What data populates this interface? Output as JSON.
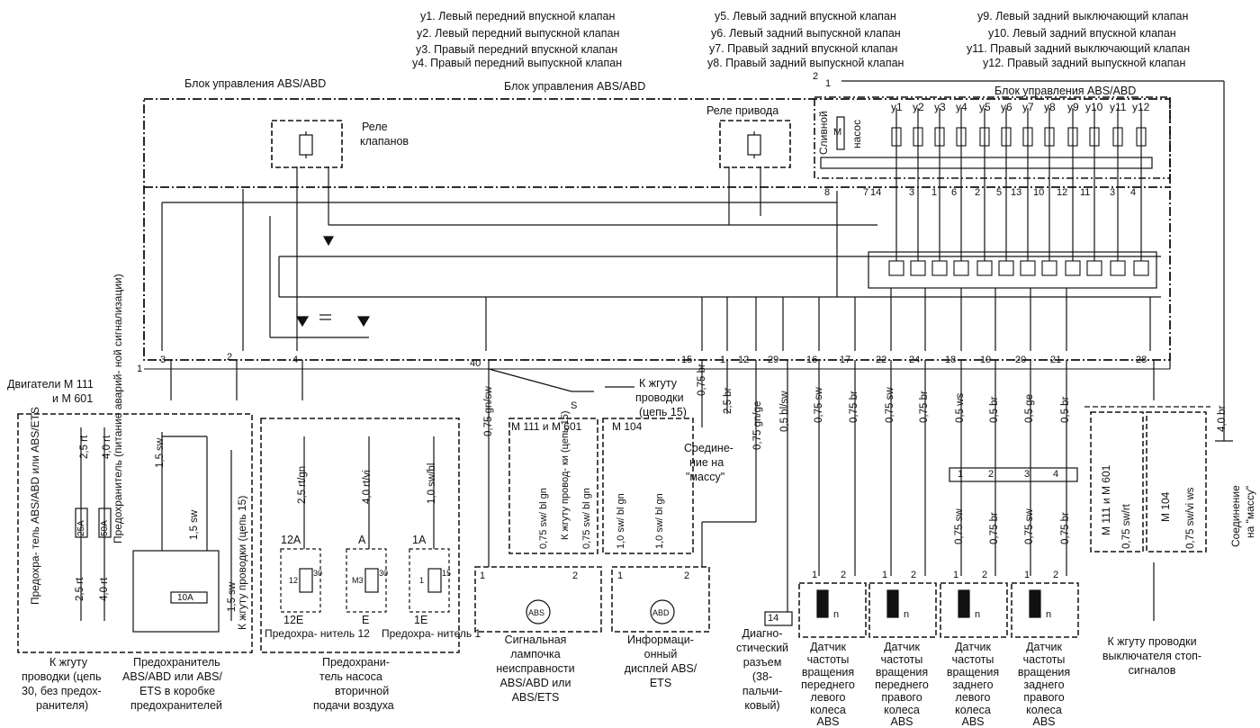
{
  "legend": {
    "y1": "y1.  Левый  передний  впускной  клапан",
    "y2": "y2.  Левый  передний  выпускной  клапан",
    "y3": "y3.  Правый  передний  впускной  клапан",
    "y4": "y4.  Правый  передний  выпускной  клапан",
    "y5": "y5.  Левый  задний  впускной  клапан",
    "y6": "y6.  Левый  задний  выпускной  клапан",
    "y7": "y7.  Правый  задний  впускной  клапан",
    "y8": "y8.  Правый  задний  выпускной  клапан",
    "y9": "y9.  Левый  задний  выключающий  клапан",
    "y10": "y10.  Левый  задний  впускной  клапан",
    "y11": "y11.  Правый  задний  выключающий  клапан",
    "y12": "y12.  Правый  задний  выпускной  клапан"
  },
  "blocks": {
    "abs_left": "Блок   управления   ABS/ABD",
    "abs_mid": "Блок   управления   ABS/ABD",
    "abs_right": "Блок   управления   ABS/ABD"
  },
  "relays": {
    "valve_relay_1": "Реле",
    "valve_relay_2": "клапанов",
    "drive_relay": "Реле   привода"
  },
  "pump": {
    "drain": "Сливной",
    "pump": "насос",
    "motor": "М"
  },
  "valves": [
    "y1",
    "y2",
    "y3",
    "y4",
    "y5",
    "y6",
    "y7",
    "y8",
    "y9",
    "y10",
    "y11",
    "y12"
  ],
  "upper_pins": [
    "8",
    "7",
    "14",
    "3",
    "1",
    "6",
    "2",
    "5",
    "13",
    "10",
    "12",
    "11",
    "3",
    "4"
  ],
  "lower_pins": [
    "3",
    "2",
    "4",
    "40",
    "15",
    "1",
    "12",
    "29",
    "16",
    "17",
    "22",
    "24",
    "18",
    "19",
    "20",
    "21",
    "28"
  ],
  "pin_1_label": "1",
  "pump_pins": [
    "2",
    "1"
  ],
  "engines": {
    "line1": "Двигатели  М  111",
    "line2": "и  М  601"
  },
  "harness15": {
    "line1": "К  жгуту",
    "line2": "проводки",
    "line3": "(цепь  15)"
  },
  "switch_s": "S",
  "ground": {
    "line1": "Соедине-",
    "line2": "ние на",
    "line3": "\"массу\""
  },
  "wires": {
    "w40": "0,75  gn/sw",
    "w15": "0,75  br",
    "w1": "2,5  br",
    "w12": "0,75  gn/ge",
    "w29": "0,5  bl/sw",
    "w16": "0,75  sw",
    "w17": "0,75  br",
    "w22": "0,75  sw",
    "w24": "0,75  br",
    "w18": "0,5  ws",
    "w19": "0,5  br",
    "w20": "0,5  ge",
    "w21": "0,5  br",
    "wmass": "4,0  br",
    "f25_top": "2,5  rt",
    "f25_bot": "2,5  rt",
    "f50_top": "4,0  rt",
    "f50_bot": "4,0  rt",
    "f_sw_top": "1,5  sw",
    "f_sw_mid": "1,5  sw",
    "f_sw_bot": "1,5  sw",
    "f12": "2,5  rt/gn",
    "fA": "4,0  rt/vi",
    "f1A": "1,0  sw/bl",
    "sensor_a": "0,75  sw",
    "sensor_b": "0,75  br",
    "sensor_c": "0,75  sw",
    "sensor_d": "0,75  br",
    "stop_a": "0,75  sw/rt",
    "stop_b": "0,75  sw/vi  ws"
  },
  "fuses": {
    "f25": "25A",
    "f50": "50A",
    "f10": "10A",
    "f12_top": "12A",
    "f12_bot": "12E",
    "f12_num": "12",
    "fA_top": "A",
    "fA_bot": "E",
    "fA_num": "M3",
    "f1_top": "1A",
    "f1_bot": "1E",
    "f1_num": "1",
    "pin30": "30",
    "pin15": "15"
  },
  "fuse_desc": {
    "abs_fuse": "Предохра-  тель  ABS/ABD  или  ABS/ETS",
    "alarm_fuse": "Предохранитель  (питание  аварий-  ной  сигнализации)",
    "harness15_vert": "К  жгуту  проводки  (цепь  15)",
    "pred12": "Предохра-  нитель  12",
    "pred1": "Предохра-  нитель  1"
  },
  "bottom_left": {
    "l1": "К  жгуту",
    "l2": "проводки  (цепь",
    "l3": "30,  без предох-",
    "l4": "ранителя)",
    "m1": "Предохранитель",
    "m2": "ABS/ABD  или  ABS/",
    "m3": "ETS  в  коробке",
    "m4": "предохранителей"
  },
  "pump_fuse": {
    "l1": "Предохрани-",
    "l2": "тель  насоса",
    "l3": "вторичной",
    "l4": "подачи  воздуха"
  },
  "lamp": {
    "variants": [
      "М  111  и  М  601",
      "М  104"
    ],
    "wires_a": [
      "0,75  sw/  bl  gn",
      "К  жгуту  провод-  ки  (цепь  15)",
      "0,75  sw/  bl  gn"
    ],
    "wires_b": [
      "1,0  sw/  bl  gn",
      "1,0  sw/  bl  gn"
    ],
    "abs_symbol": "ABS",
    "abd_symbol": "ABD",
    "pins": [
      "1",
      "2",
      "1",
      "2"
    ],
    "lamp_title": [
      "Сигнальная",
      "лампочка",
      "неисправности",
      "ABS/ABD  или",
      "ABS/ETS"
    ],
    "display_title": [
      "Информаци-",
      "онный",
      "дисплей  ABS/",
      "ETS"
    ]
  },
  "diag": {
    "pin": "14",
    "title": [
      "Диагно-",
      "стический",
      "разъем",
      "(38-",
      "пальчи-",
      "ковый)"
    ]
  },
  "sensors": [
    {
      "lines": [
        "Датчик",
        "частоты",
        "вращения",
        "переднего",
        "левого",
        "колеса",
        "ABS"
      ]
    },
    {
      "lines": [
        "Датчик",
        "частоты",
        "вращения",
        "переднего",
        "правого",
        "колеса",
        "ABS"
      ]
    },
    {
      "lines": [
        "Датчик",
        "частоты",
        "вращения",
        "заднего",
        "левого",
        "колеса",
        "ABS"
      ]
    },
    {
      "lines": [
        "Датчик",
        "частоты",
        "вращения",
        "заднего",
        "правого",
        "колеса",
        "ABS"
      ]
    }
  ],
  "sensor_pins": [
    "1",
    "2"
  ],
  "sensor_n": "n",
  "rear_connector_pins": [
    "1",
    "2",
    "3",
    "4"
  ],
  "stop": {
    "variants": [
      "М  111  и  М  601",
      "М  104"
    ],
    "title": [
      "К  жгуту  проводки",
      "выключателя  стоп-",
      "сигналов"
    ]
  },
  "massa_right": [
    "Соединение",
    "на  \"массу\""
  ]
}
